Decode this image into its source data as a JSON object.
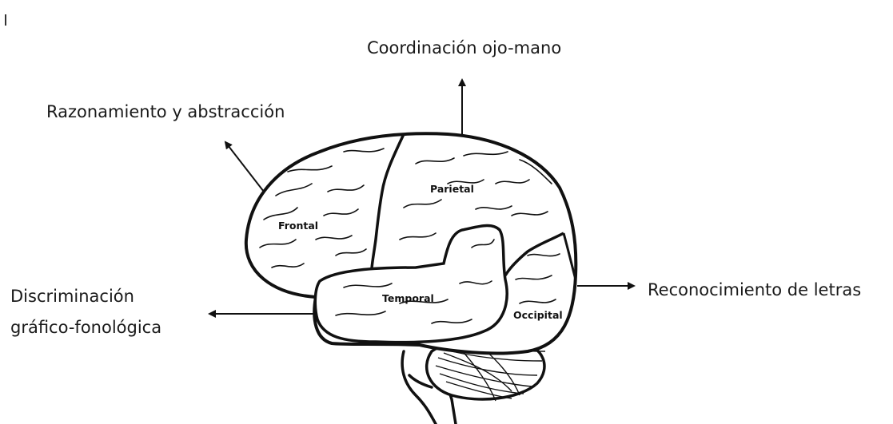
{
  "labels": {
    "coordination": "Coordinación ojo-mano",
    "reasoning": "Razonamiento y abstracción",
    "discrimination_line1": "Discriminación",
    "discrimination_line2": "gráfico-fonológica",
    "letters": "Reconocimiento de letras"
  },
  "lobes": {
    "frontal": "Frontal",
    "parietal": "Parietal",
    "temporal": "Temporal",
    "occipital": "Occipital"
  },
  "colors": {
    "stroke": "#111111",
    "text": "#1a1a1a"
  }
}
